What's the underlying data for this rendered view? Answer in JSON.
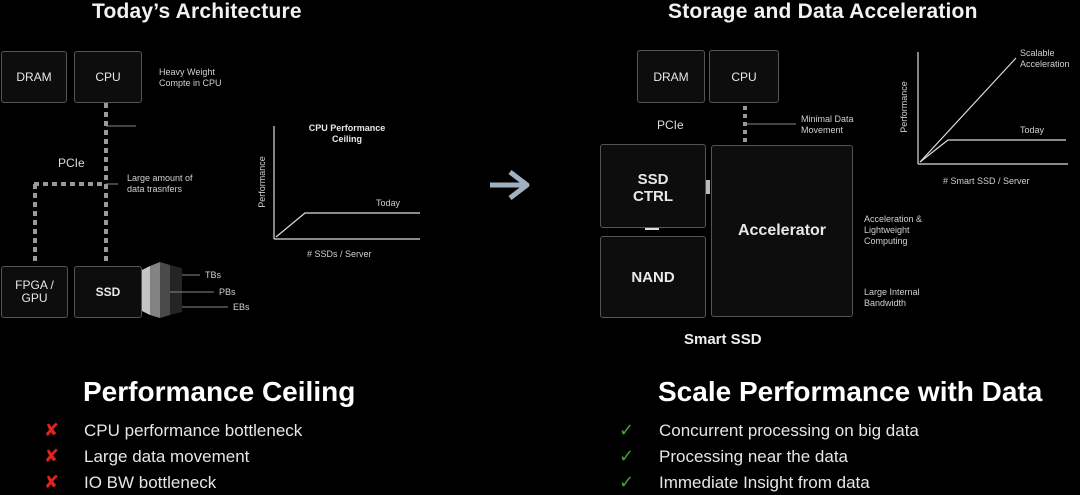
{
  "left": {
    "title": "Today’s Architecture",
    "dram": "DRAM",
    "cpu": "CPU",
    "cpu_note": [
      "Heavy Weight",
      "Compte in CPU"
    ],
    "pcie": "PCIe",
    "transfer_note": [
      "Large amount of",
      "data trasnfers"
    ],
    "fpga": [
      "FPGA /",
      "GPU"
    ],
    "ssd": "SSD",
    "sizes": [
      "TBs",
      "PBs",
      "EBs"
    ],
    "plot_title": [
      "CPU Performance",
      "Ceiling"
    ],
    "plot_today": "Today",
    "plot_ylabel": "Performance",
    "plot_xlabel": "# SSDs / Server"
  },
  "right": {
    "title": "Storage and Data Acceleration",
    "dram": "DRAM",
    "cpu": "CPU",
    "pcie": "PCIe",
    "minimal_note": [
      "Minimal Data",
      "Movement"
    ],
    "ssd_ctrl": [
      "SSD",
      "CTRL"
    ],
    "nand": "NAND",
    "accelerator": "Accelerator",
    "accel_note": [
      "Acceleration &",
      "Lightweight",
      "Computing"
    ],
    "bandwidth_note": [
      "Large Internal",
      "Bandwidth"
    ],
    "smart_ssd": "Smart SSD",
    "plot_scalable": [
      "Scalable",
      "Acceleration"
    ],
    "plot_today": "Today",
    "plot_ylabel": "Performance",
    "plot_xlabel": "# Smart SSD / Server"
  },
  "bottom_left": {
    "heading": "Performance Ceiling",
    "items": [
      "CPU performance bottleneck",
      "Large data movement",
      "IO BW bottleneck"
    ],
    "marker": "✘"
  },
  "bottom_right": {
    "heading": "Scale Performance with Data",
    "items": [
      "Concurrent processing on big data",
      "Processing near the data",
      "Immediate Insight from data"
    ],
    "marker": "✓"
  },
  "colors": {
    "background": "#000000",
    "cross": "#e0241c",
    "check": "#3fa82e",
    "box_border": "#555555"
  },
  "icons": {
    "arrow": "right-arrow-icon"
  }
}
